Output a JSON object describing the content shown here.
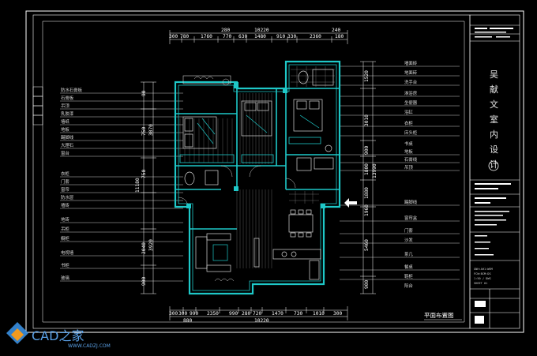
{
  "drawing": {
    "plan_title": "平面布置图",
    "colors": {
      "wall": "#1ec8c8",
      "frame": "#ffffff",
      "dim": "#ffffff",
      "furn": "#cfcfcf",
      "accent": "#00e0e0"
    }
  },
  "title_block": {
    "company_chars": [
      "吴",
      "献",
      "文",
      "室",
      "内",
      "设",
      "计"
    ],
    "bottom_codes": [
      "GNH:AH1:WEM",
      "FCW:BCM:DS",
      "1:50 / DWG",
      "SHEET 01"
    ]
  },
  "dims": {
    "top_total": "10220",
    "top_row1": [
      "280",
      "240"
    ],
    "top_row2": [
      "300",
      "780",
      "1760",
      "770",
      "630",
      "1480",
      "910",
      "330",
      "2360",
      "180"
    ],
    "bottom_total": "10220",
    "bottom_row1": [
      "300",
      "300",
      "990",
      "2350",
      "990",
      "280",
      "720",
      "1470",
      "730",
      "1010",
      "300"
    ],
    "bottom_row2": [
      "880"
    ],
    "left": [
      "90",
      "750",
      "3070",
      "750",
      "11180",
      "3920",
      "2040",
      "900"
    ],
    "right": [
      "1520",
      "3010",
      "900",
      "1800",
      "13990",
      "1880",
      "1960",
      "5460",
      "900"
    ]
  },
  "left_labels": [
    "防水石膏板",
    "石膏板",
    "吊顶",
    "乳胶漆",
    "墙纸",
    "地板",
    "踢脚线",
    "大理石",
    "窗台",
    "衣柜",
    "门套",
    "窗帘",
    "防水层",
    "墙砖",
    "地砖",
    "吊柜",
    "橱柜",
    "电视墙",
    "书柜",
    "玻璃"
  ],
  "right_labels": [
    "墙面砖",
    "地面砖",
    "洗手台",
    "淋浴房",
    "坐便器",
    "浴缸",
    "衣柜",
    "床头柜",
    "书桌",
    "地板",
    "石膏线",
    "吊顶",
    "踢脚线",
    "窗帘盒",
    "门套",
    "沙发",
    "茶几",
    "餐桌",
    "鞋柜",
    "阳台"
  ],
  "watermark": {
    "brand": "CAD之家",
    "url": "WWW.CADZJ.COM"
  }
}
